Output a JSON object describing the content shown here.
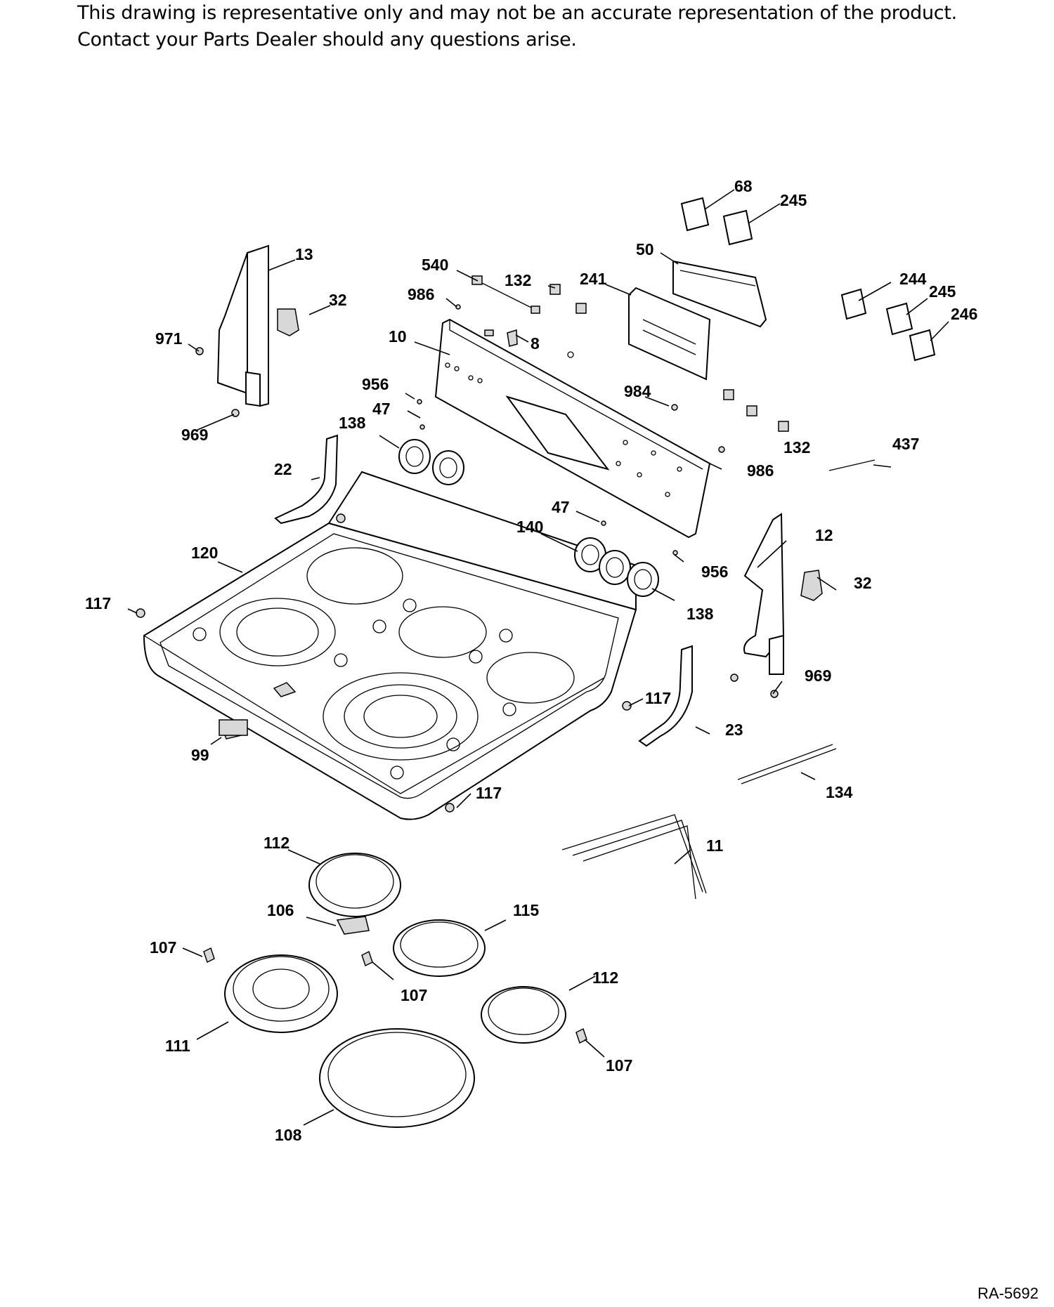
{
  "disclaimer": {
    "line1": "This drawing is representative only and may not be an accurate representation of the product.",
    "line2": "Contact your Parts Dealer should any questions arise."
  },
  "drawing_id": "RA-5692",
  "callouts": {
    "c68": "68",
    "c245a": "245",
    "c50": "50",
    "c244": "244",
    "c245b": "245",
    "c246": "246",
    "c13": "13",
    "c540": "540",
    "c132a": "132",
    "c241": "241",
    "c32a": "32",
    "c986a": "986",
    "c971": "971",
    "c10": "10",
    "c8": "8",
    "c956a": "956",
    "c984": "984",
    "c47a": "47",
    "c969a": "969",
    "c138a": "138",
    "c132b": "132",
    "c437": "437",
    "c22": "22",
    "c986b": "986",
    "c47b": "47",
    "c12": "12",
    "c140": "140",
    "c120": "120",
    "c956b": "956",
    "c32b": "32",
    "c117a": "117",
    "c138b": "138",
    "c969b": "969",
    "c117b": "117",
    "c23": "23",
    "c99": "99",
    "c134": "134",
    "c117c": "117",
    "c112a": "112",
    "c11": "11",
    "c106": "106",
    "c115": "115",
    "c107a": "107",
    "c107b": "107",
    "c112b": "112",
    "c111": "111",
    "c107c": "107",
    "c108": "108"
  }
}
